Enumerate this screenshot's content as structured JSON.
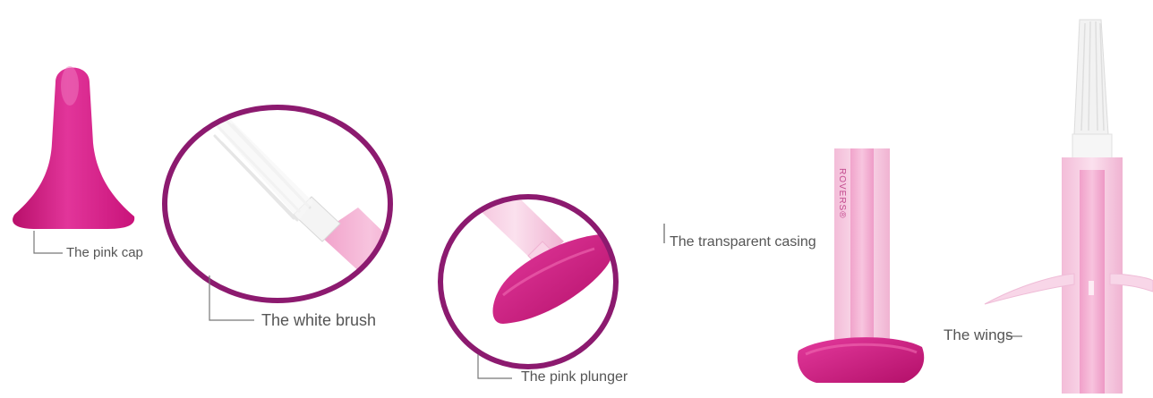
{
  "labels": {
    "cap": "The pink cap",
    "brush": "The white brush",
    "plunger": "The pink plunger",
    "casing": "The transparent casing",
    "wings": "The wings"
  },
  "brand_text": "ROVERS®",
  "colors": {
    "magenta": "#d4177f",
    "ring": "#8c1a6f",
    "casing_pink": "#f6c6de",
    "label_text": "#555555",
    "leader_line": "#777777"
  }
}
